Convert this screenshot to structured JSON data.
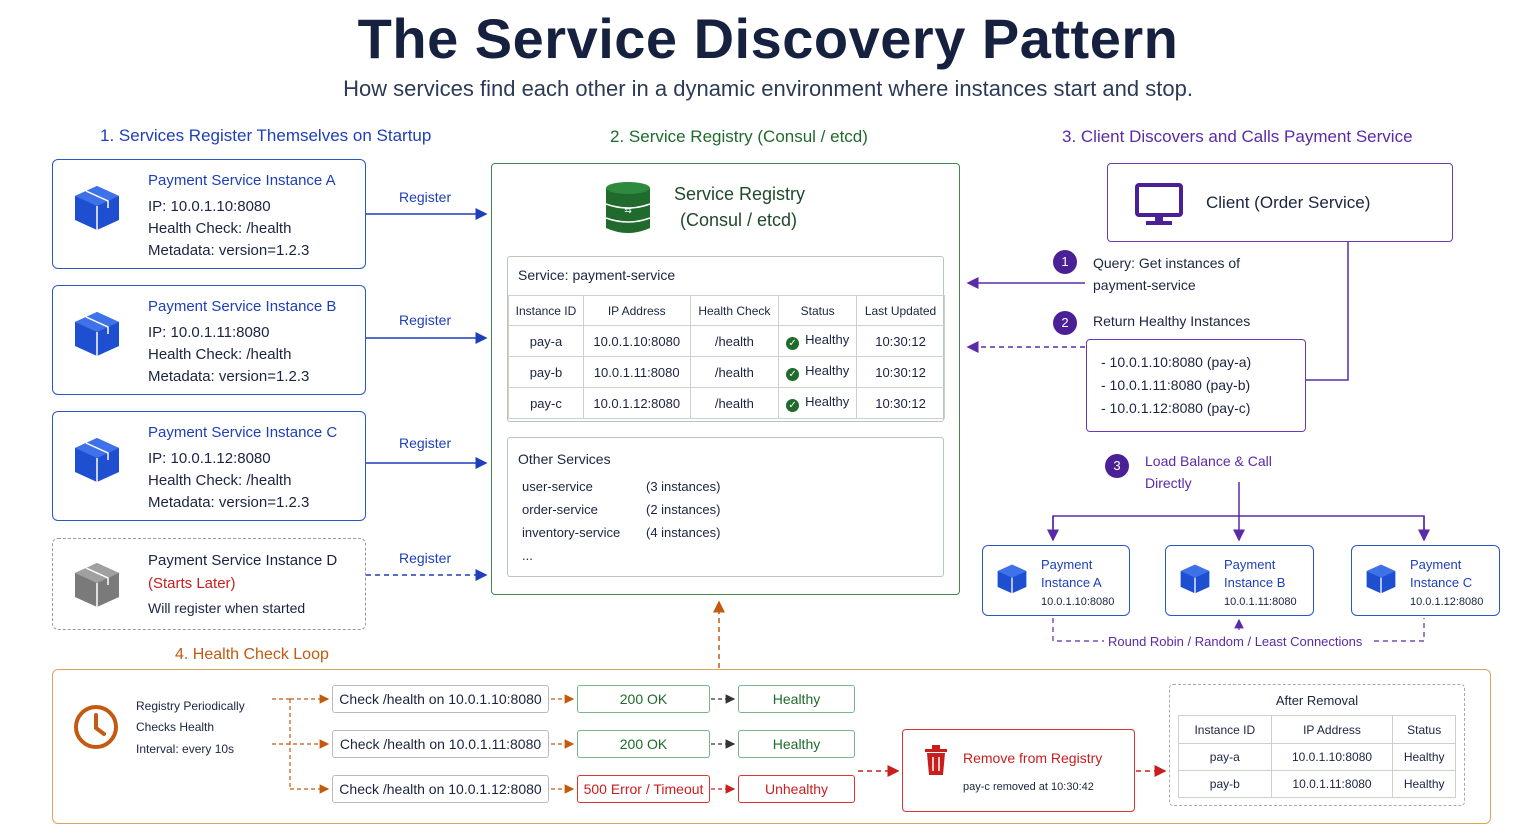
{
  "title": "The Service Discovery Pattern",
  "subtitle": "How services find each other in a dynamic environment where instances start and stop.",
  "sections": {
    "register": "1. Services Register Themselves on Startup",
    "registry": "2. Service Registry (Consul / etcd)",
    "client": "3. Client Discovers and Calls Payment Service",
    "health": "4. Health Check Loop"
  },
  "instances": [
    {
      "title": "Payment Service Instance A",
      "ip": "IP: 10.0.1.10:8080",
      "hc": "Health Check: /health",
      "meta": "Metadata: version=1.2.3",
      "arrow": "Register"
    },
    {
      "title": "Payment Service Instance B",
      "ip": "IP: 10.0.1.11:8080",
      "hc": "Health Check: /health",
      "meta": "Metadata: version=1.2.3",
      "arrow": "Register"
    },
    {
      "title": "Payment Service Instance C",
      "ip": "IP: 10.0.1.12:8080",
      "hc": "Health Check: /health",
      "meta": "Metadata: version=1.2.3",
      "arrow": "Register"
    }
  ],
  "instance_d": {
    "title": "Payment Service Instance D",
    "note": "(Starts Later)",
    "line": "Will register when started",
    "arrow": "Register"
  },
  "registry": {
    "title1": "Service Registry",
    "title2": "(Consul / etcd)",
    "service": "Service: payment-service",
    "headers": [
      "Instance ID",
      "IP Address",
      "Health Check",
      "Status",
      "Last Updated"
    ],
    "rows": [
      [
        "pay-a",
        "10.0.1.10:8080",
        "/health",
        "Healthy",
        "10:30:12"
      ],
      [
        "pay-b",
        "10.0.1.11:8080",
        "/health",
        "Healthy",
        "10:30:12"
      ],
      [
        "pay-c",
        "10.0.1.12:8080",
        "/health",
        "Healthy",
        "10:30:12"
      ]
    ],
    "other_title": "Other Services",
    "other": [
      {
        "name": "user-service",
        "count": "(3 instances)"
      },
      {
        "name": "order-service",
        "count": "(2 instances)"
      },
      {
        "name": "inventory-service",
        "count": "(4 instances)"
      },
      {
        "name": "...",
        "count": ""
      }
    ]
  },
  "client": {
    "name": "Client (Order Service)",
    "step1_num": "1",
    "step1": "Query: Get instances of",
    "step1b": "payment-service",
    "step2_num": "2",
    "step2": "Return Healthy Instances",
    "results": [
      "- 10.0.1.10:8080 (pay-a)",
      "- 10.0.1.11:8080 (pay-b)",
      "- 10.0.1.12:8080 (pay-c)"
    ],
    "step3_num": "3",
    "step3": "Load Balance & Call",
    "step3b": "Directly",
    "targets": [
      {
        "l1": "Payment",
        "l2": "Instance A",
        "ip": "10.0.1.10:8080"
      },
      {
        "l1": "Payment",
        "l2": "Instance B",
        "ip": "10.0.1.11:8080"
      },
      {
        "l1": "Payment",
        "l2": "Instance C",
        "ip": "10.0.1.12:8080"
      }
    ],
    "lb": "Round Robin / Random / Least Connections"
  },
  "health": {
    "desc1": "Registry Periodically",
    "desc2": "Checks Health",
    "desc3": "Interval: every 10s",
    "checks": [
      {
        "check": "Check /health on 10.0.1.10:8080",
        "result": "200 OK",
        "status": "Healthy",
        "bad": false
      },
      {
        "check": "Check /health on 10.0.1.11:8080",
        "result": "200 OK",
        "status": "Healthy",
        "bad": false
      },
      {
        "check": "Check /health on 10.0.1.12:8080",
        "result": "500 Error / Timeout",
        "status": "Unhealthy",
        "bad": true
      }
    ],
    "remove_title": "Remove from Registry",
    "remove_note": "pay-c removed at 10:30:42",
    "after_title": "After Removal",
    "after_headers": [
      "Instance ID",
      "IP Address",
      "Status"
    ],
    "after_rows": [
      [
        "pay-a",
        "10.0.1.10:8080",
        "Healthy"
      ],
      [
        "pay-b",
        "10.0.1.11:8080",
        "Healthy"
      ]
    ]
  },
  "colors": {
    "blue": "#1d3fb8",
    "green": "#1f6a2c",
    "purple": "#5a2aa8",
    "orange": "#c25a12",
    "red": "#c81e1e"
  }
}
